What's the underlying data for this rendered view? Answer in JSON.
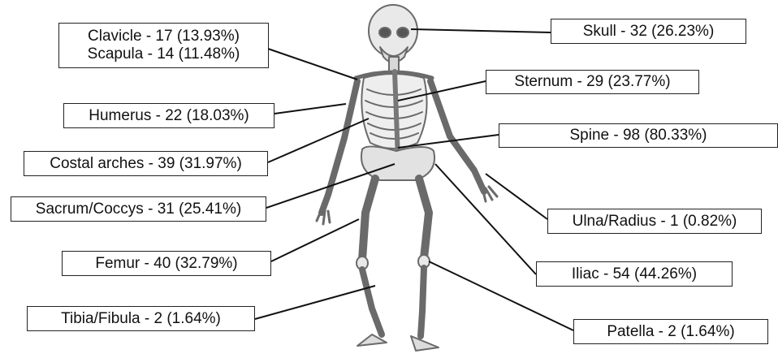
{
  "labels": {
    "clavicle": "Clavicle - 17 (13.93%)",
    "scapula": "Scapula - 14 (11.48%)",
    "skull": "Skull - 32 (26.23%)",
    "sternum": "Sternum - 29 (23.77%)",
    "humerus": "Humerus - 22 (18.03%)",
    "spine": "Spine - 98 (80.33%)",
    "costal_arches": "Costal arches - 39 (31.97%)",
    "sacrum_coccys": "Sacrum/Coccys - 31 (25.41%)",
    "ulna_radius": "Ulna/Radius - 1 (0.82%)",
    "femur": "Femur - 40 (32.79%)",
    "iliac": "Iliac - 54 (44.26%)",
    "tibia_fibula": "Tibia/Fibula - 2 (1.64%)",
    "patella": "Patella - 2 (1.64%)"
  },
  "colors": {
    "bone_fill": "#e9e9e9",
    "bone_stroke": "#6a6a6a",
    "box_border": "#222222",
    "leader_line": "#111111"
  }
}
